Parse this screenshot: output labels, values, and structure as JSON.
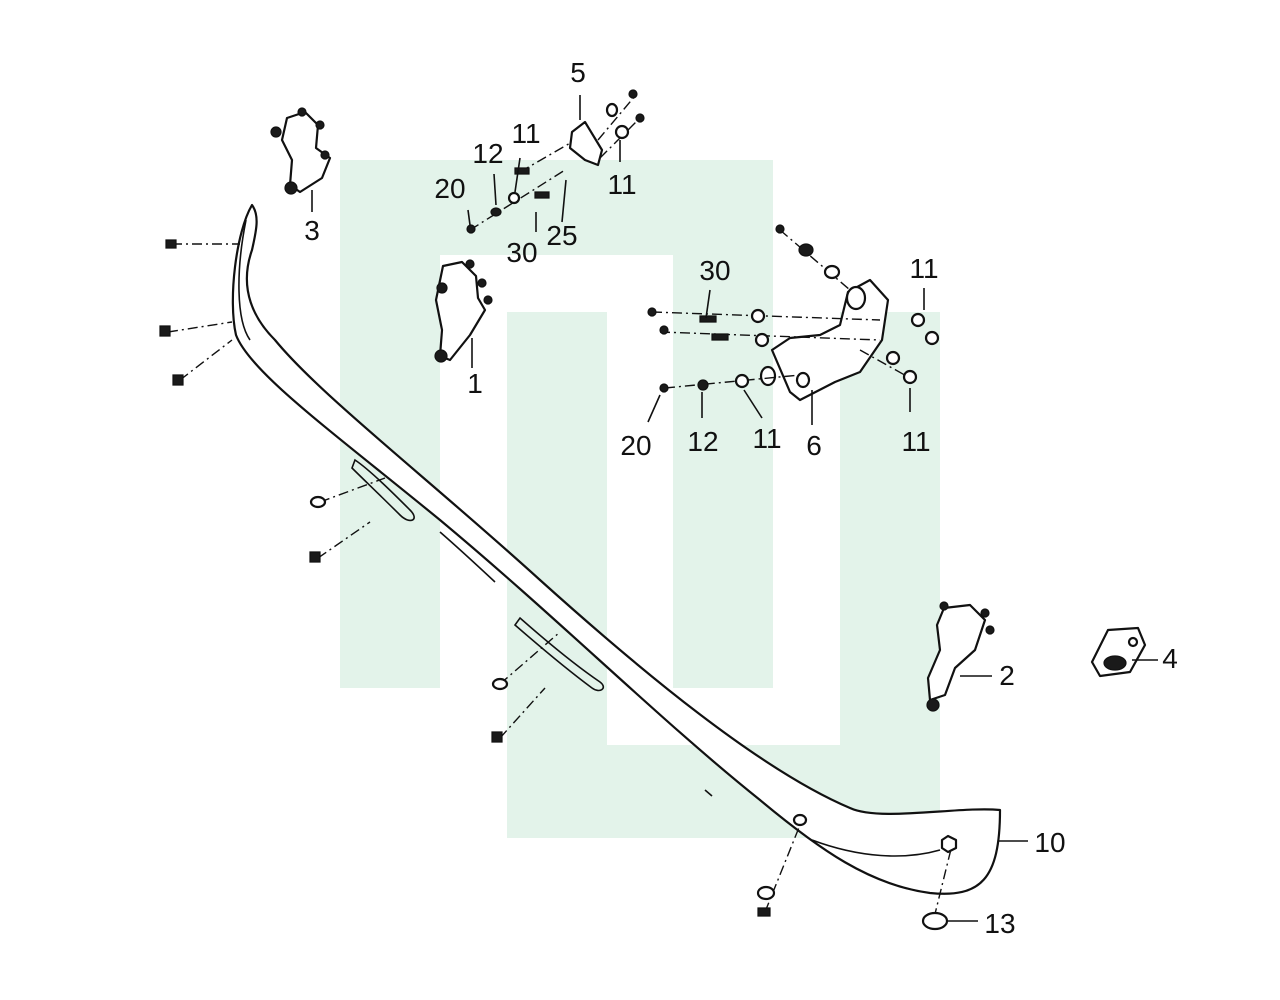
{
  "watermark": {
    "color": "#e3f3ea"
  },
  "colors": {
    "line": "#111111",
    "background": "#ffffff"
  },
  "callouts": {
    "c1": "1",
    "c2": "2",
    "c3": "3",
    "c4": "4",
    "c5": "5",
    "c6": "6",
    "c10": "10",
    "c13": "13",
    "top_20": "20",
    "top_12": "12",
    "top_11": "11",
    "top_11_right": "11",
    "top_30": "30",
    "top_25": "25",
    "mid_30": "30",
    "mid_11_top": "11",
    "bot_20": "20",
    "bot_12": "12",
    "bot_11": "11",
    "bot_11_right": "11"
  }
}
